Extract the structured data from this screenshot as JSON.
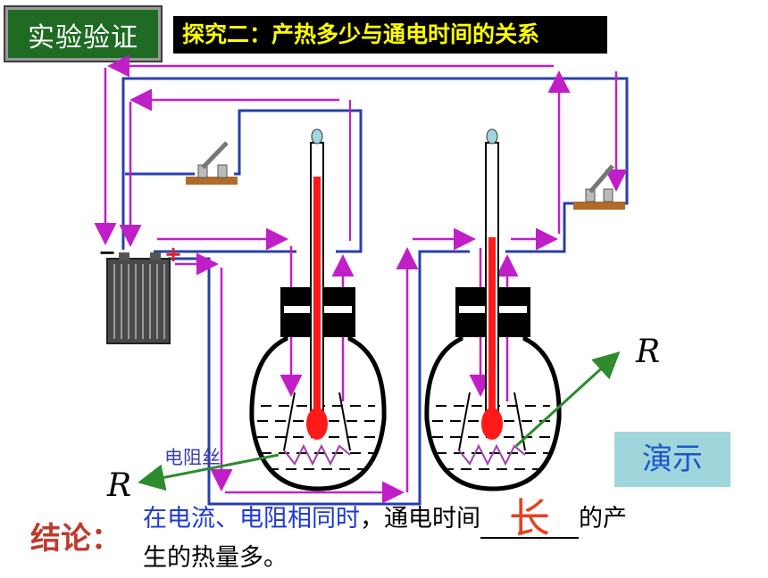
{
  "header": {
    "tag": "实验验证",
    "title": "探究二：产热多少与通电时间的关系"
  },
  "diagram": {
    "resistor_label_right": "R",
    "resistor_label_left": "R",
    "wire_label": "电阻丝",
    "battery_minus": "−",
    "battery_plus": "+"
  },
  "demo_button": "演示",
  "conclusion": {
    "label": "结论：",
    "part1": "在电流、电阻相同时",
    "part2": "，通电时间",
    "answer": "长",
    "part3": "的产",
    "line2": "生的热量多。"
  },
  "colors": {
    "wire_blue": "#2a3fa8",
    "current_arrow": "#c01fc8",
    "liquid_red": "#ff1a1a",
    "tag_green": "#1f6b23",
    "title_yellow": "#ffff00",
    "pointer_green": "#2e8b2e"
  }
}
